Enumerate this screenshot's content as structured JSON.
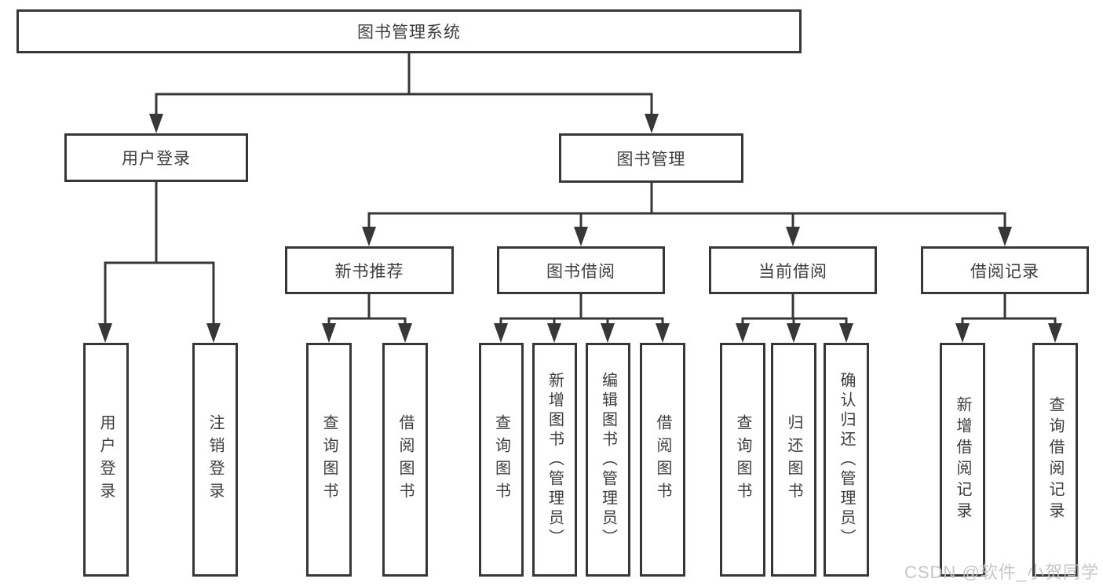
{
  "diagram": {
    "tree": {
      "root": {
        "label": "图书管理系统",
        "children": [
          {
            "label": "用户登录",
            "children": [
              {
                "label": "用户登录"
              },
              {
                "label": "注销登录"
              }
            ]
          },
          {
            "label": "图书管理",
            "children": [
              {
                "label": "新书推荐",
                "children": [
                  {
                    "label": "查询图书"
                  },
                  {
                    "label": "借阅图书"
                  }
                ]
              },
              {
                "label": "图书借阅",
                "children": [
                  {
                    "label": "查询图书"
                  },
                  {
                    "label": "新增图书（管理员）"
                  },
                  {
                    "label": "编辑图书（管理员）"
                  },
                  {
                    "label": "借阅图书"
                  }
                ]
              },
              {
                "label": "当前借阅",
                "children": [
                  {
                    "label": "查询图书"
                  },
                  {
                    "label": "归还图书"
                  },
                  {
                    "label": "确认归还（管理员）"
                  }
                ]
              },
              {
                "label": "借阅记录",
                "children": [
                  {
                    "label": "新增借阅记录"
                  },
                  {
                    "label": "查询借阅记录"
                  }
                ]
              }
            ]
          }
        ]
      }
    },
    "line_color": "#373737",
    "text_color": "#3d3d3d"
  },
  "watermark": {
    "text": "CSDN @软件_小贺同学"
  }
}
